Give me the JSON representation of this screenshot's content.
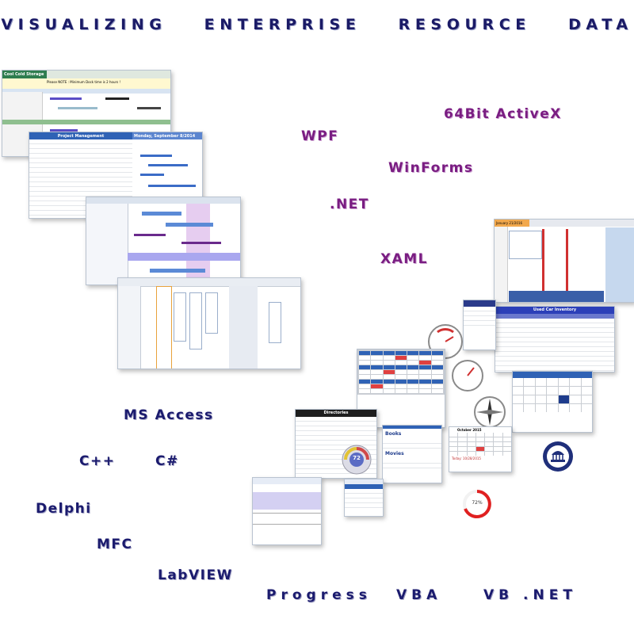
{
  "page": {
    "title": "VISUALIZING ENTERPRISE RESOURCE DATA"
  },
  "technologies": {
    "activex": "64Bit ActiveX",
    "wpf": "WPF",
    "winforms": "WinForms",
    "dotnet": ".NET",
    "xaml": "XAML",
    "ms_access": "MS Access",
    "cpp": "C++",
    "csharp": "C#",
    "delphi": "Delphi",
    "mfc": "MFC",
    "labview": "LabVIEW",
    "progress": "Progress",
    "vba": "VBA",
    "vbnet": "VB .NET"
  },
  "screenshots": {
    "cold_storage": {
      "header": "Cool Cold Storage",
      "notice": "Please NOTE : Minimum Dock time is 2 hours !"
    },
    "project_management": {
      "header": "Project Management",
      "date_header": "Monday, September 8/2014"
    },
    "schedule_calendar": {
      "date_header": "January 21/2016"
    },
    "inventory": {
      "header": "Used Car Inventory"
    },
    "directories": {
      "header": "Directories",
      "sections": [
        "Books",
        "Movies"
      ]
    },
    "month_calendar": {
      "month": "October 2015",
      "today": "Today: 10/28/2015"
    },
    "gauge": {
      "value": "72"
    },
    "progress_ring": {
      "value": "72%"
    }
  },
  "colors": {
    "title": "#1a1a66",
    "navy_text": "#1b1b6e",
    "purple_text": "#7a1d82",
    "green_header": "#2e7d4f",
    "blue_header": "#2f62b5",
    "ring_red": "#e02020"
  }
}
